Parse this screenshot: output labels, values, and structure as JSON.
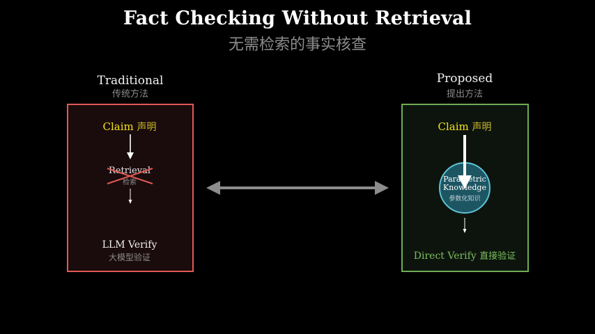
{
  "header": {
    "title": "Fact Checking Without Retrieval",
    "subtitle": "无需检索的事实核查"
  },
  "traditional": {
    "title": "Traditional",
    "subtitle": "传统方法",
    "claim_en": "Claim",
    "claim_cn": "声明",
    "retrieval_en": "Retrieval",
    "retrieval_cn": "检索",
    "verify_en": "LLM Verify",
    "verify_cn": "大模型验证",
    "border_color": "#e05a55"
  },
  "proposed": {
    "title": "Proposed",
    "subtitle": "提出方法",
    "claim_en": "Claim",
    "claim_cn": "声明",
    "knowledge_line1": "Parametric",
    "knowledge_line2": "Knowledge",
    "knowledge_cn": "参数化知识",
    "verify_en": "Direct Verify",
    "verify_cn": "直接验证",
    "border_color": "#6fae55",
    "circle_color": "#5fc3d6"
  }
}
